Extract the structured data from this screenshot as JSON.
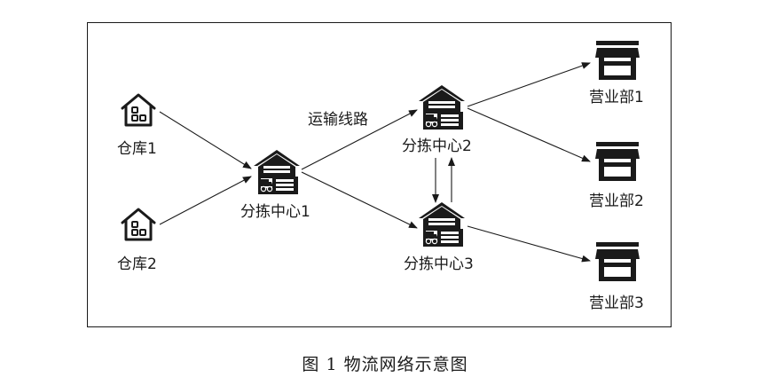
{
  "nodes": {
    "warehouse_1": "仓库1",
    "warehouse_2": "仓库2",
    "sorting_center_1": "分拣中心1",
    "sorting_center_2": "分拣中心2",
    "sorting_center_3": "分拣中心3",
    "sales_dept_1": "营业部1",
    "sales_dept_2": "营业部2",
    "sales_dept_3": "营业部3"
  },
  "edge_label": "运输线路",
  "caption": "图 1  物流网络示意图",
  "icons": {
    "warehouse": "house-icon",
    "sorting_center": "warehouse-truck-icon",
    "sales_dept": "storefront-icon"
  }
}
